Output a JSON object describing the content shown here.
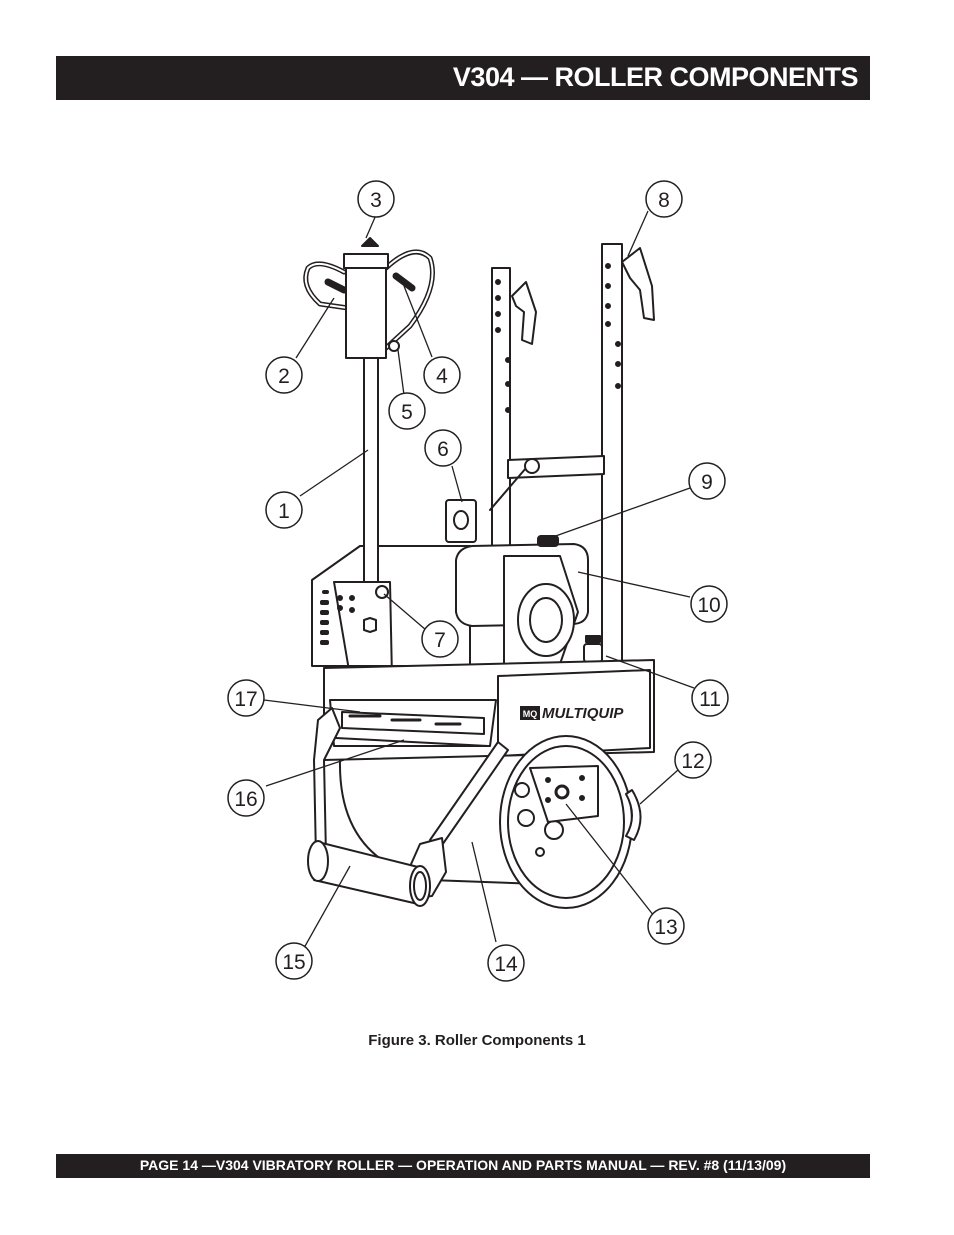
{
  "header": {
    "title": "V304 — ROLLER COMPONENTS"
  },
  "figure": {
    "brand_label": "MULTIQUIP",
    "brand_mark": "MQ",
    "callouts": [
      "1",
      "2",
      "3",
      "4",
      "5",
      "6",
      "7",
      "8",
      "9",
      "10",
      "11",
      "12",
      "13",
      "14",
      "15",
      "16",
      "17"
    ]
  },
  "caption": "Figure 3. Roller Components 1",
  "footer": {
    "text": "PAGE 14 —V304  VIBRATORY ROLLER  — OPERATION AND PARTS MANUAL — REV. #8 (11/13/09)"
  }
}
